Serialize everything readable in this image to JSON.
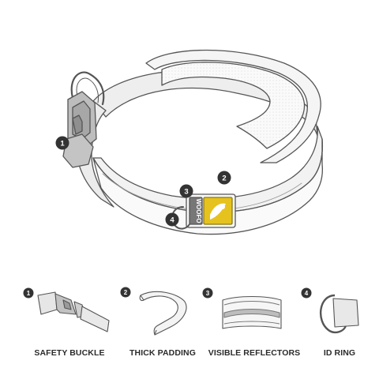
{
  "badges": [
    "1",
    "2",
    "3",
    "4"
  ],
  "tag_brand": "WOOFO",
  "features": [
    {
      "number": "1",
      "label": "SAFETY BUCKLE"
    },
    {
      "number": "2",
      "label": "THICK PADDING"
    },
    {
      "number": "3",
      "label": "VISIBLE REFLECTORS"
    },
    {
      "number": "4",
      "label": "ID RING"
    }
  ],
  "colors": {
    "outline": "#555555",
    "fill": "#f2f2f2",
    "badge": "#333333",
    "accent": "#e6c21e"
  }
}
